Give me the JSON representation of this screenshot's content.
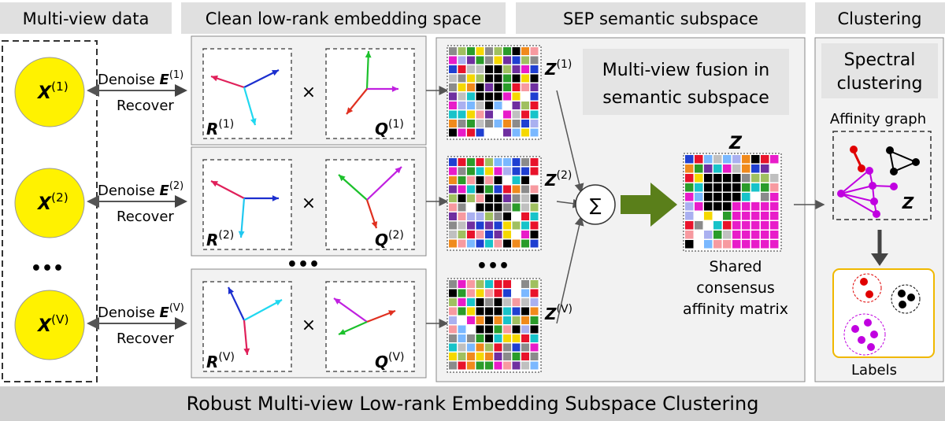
{
  "headers": {
    "data": "Multi-view data",
    "embedding": "Clean low-rank embedding space",
    "semantic": "SEP semantic subspace",
    "clustering": "Clustering"
  },
  "footer": "Robust Multi-view Low-rank Embedding Subspace Clustering",
  "views": [
    {
      "x": "X",
      "sup": "(1)",
      "denoise": "Denoise",
      "e": "E",
      "recover": "Recover",
      "r": "R",
      "q": "Q",
      "z": "Z"
    },
    {
      "x": "X",
      "sup": "(2)",
      "denoise": "Denoise",
      "e": "E",
      "recover": "Recover",
      "r": "R",
      "q": "Q",
      "z": "Z"
    },
    {
      "x": "X",
      "sup": "(V)",
      "denoise": "Denoise",
      "e": "E",
      "recover": "Recover",
      "r": "R",
      "q": "Q",
      "z": "Z"
    }
  ],
  "ellipsis": "•••",
  "times": "×",
  "sum": "∑",
  "fusion": [
    "Multi-view fusion in",
    "semantic subspace"
  ],
  "z_label": "Z",
  "shared": [
    "Shared",
    "consensus",
    "affinity matrix"
  ],
  "spectral": [
    "Spectral",
    "clustering"
  ],
  "affinity": "Affinity graph",
  "graph_z": "Z",
  "labels": "Labels",
  "colors": {
    "node": "#fff200",
    "header_bg": "#e0e0e0",
    "panel_bg": "#f2f2f2",
    "arrow_green": "#5a7f1a",
    "cluster_red": "#e00000",
    "cluster_black": "#000000",
    "cluster_purple": "#c000e0",
    "labels_border": "#f0b800"
  }
}
